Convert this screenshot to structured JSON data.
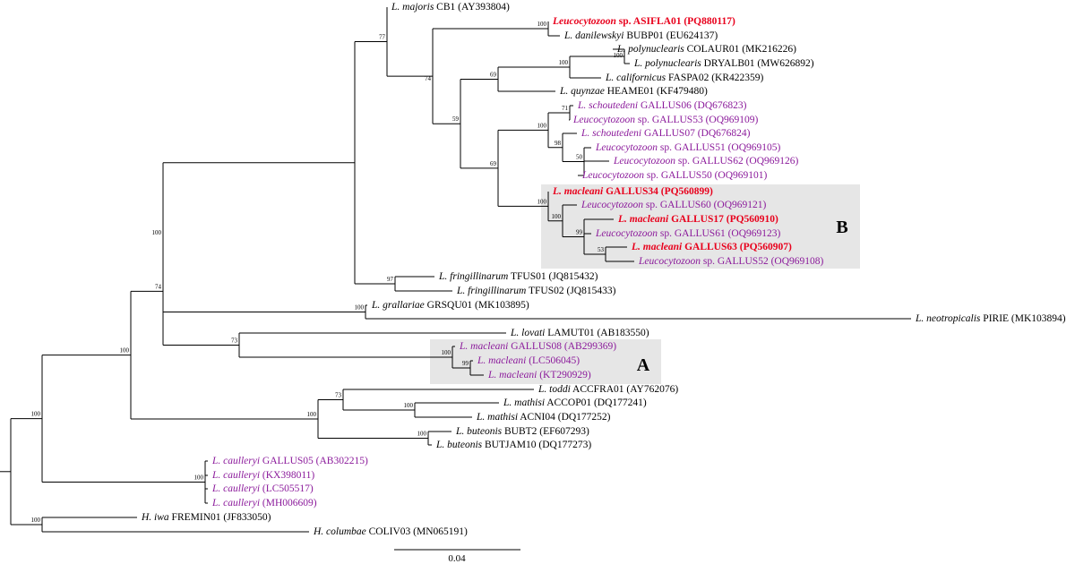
{
  "colors": {
    "normal": "#000000",
    "highlight": "#e8001c",
    "reference": "#8b1a9b"
  },
  "clades": [
    {
      "label": "B"
    },
    {
      "label": "A"
    }
  ],
  "scale_bar": {
    "label": "0.04"
  },
  "leaves": [
    {
      "id": "majoris",
      "sp": "L. majoris",
      "rest": " CB1 (AY393804)",
      "color": "normal"
    },
    {
      "id": "asifla01",
      "sp": "Leucocytozoon",
      "rest": " sp. ASIFLA01 (PQ880117)",
      "color": "highlight",
      "bold": true
    },
    {
      "id": "danilewskyi",
      "sp": "L. danilewskyi",
      "rest": " BUBP01 (EU624137)",
      "color": "normal"
    },
    {
      "id": "polyn1",
      "sp": "L. polynuclearis",
      "rest": " COLAUR01 (MK216226)",
      "color": "normal"
    },
    {
      "id": "polyn2",
      "sp": "L. polynuclearis",
      "rest": " DRYALB01 (MW626892)",
      "color": "normal"
    },
    {
      "id": "californicus",
      "sp": "L. californicus",
      "rest": " FASPA02 (KR422359)",
      "color": "normal"
    },
    {
      "id": "quynzae",
      "sp": "L. quynzae",
      "rest": " HEAME01 (KF479480)",
      "color": "normal"
    },
    {
      "id": "schout06",
      "sp": "L. schoutedeni",
      "rest": " GALLUS06 (DQ676823)",
      "color": "reference"
    },
    {
      "id": "g53",
      "sp": "Leucocytozoon",
      "rest": " sp. GALLUS53 (OQ969109)",
      "color": "reference"
    },
    {
      "id": "schout07",
      "sp": "L. schoutedeni",
      "rest": " GALLUS07  (DQ676824)",
      "color": "reference"
    },
    {
      "id": "g51",
      "sp": "Leucocytozoon",
      "rest": " sp. GALLUS51 (OQ969105)",
      "color": "reference"
    },
    {
      "id": "g62",
      "sp": "Leucocytozoon",
      "rest": " sp. GALLUS62 (OQ969126)",
      "color": "reference"
    },
    {
      "id": "g50",
      "sp": "Leucocytozoon",
      "rest": " sp. GALLUS50 (OQ969101)",
      "color": "reference"
    },
    {
      "id": "g34",
      "sp": "L. macleani",
      "rest": " GALLUS34 (PQ560899)",
      "color": "highlight",
      "bold": true
    },
    {
      "id": "g60",
      "sp": "Leucocytozoon",
      "rest": " sp. GALLUS60 (OQ969121)",
      "color": "reference"
    },
    {
      "id": "g17",
      "sp": "L. macleani",
      "rest": " GALLUS17 (PQ560910)",
      "color": "highlight",
      "bold": true
    },
    {
      "id": "g61",
      "sp": "Leucocytozoon",
      "rest": " sp. GALLUS61 (OQ969123)",
      "color": "reference"
    },
    {
      "id": "g63",
      "sp": "L. macleani",
      "rest": " GALLUS63 (PQ560907)",
      "color": "highlight",
      "bold": true
    },
    {
      "id": "g52",
      "sp": "Leucocytozoon",
      "rest": " sp. GALLUS52 (OQ969108)",
      "color": "reference"
    },
    {
      "id": "tfus01",
      "sp": "L. fringillinarum",
      "rest": " TFUS01 (JQ815432)",
      "color": "normal"
    },
    {
      "id": "tfus02",
      "sp": "L. fringillinarum",
      "rest": " TFUS02 (JQ815433)",
      "color": "normal"
    },
    {
      "id": "grallariae",
      "sp": "L. grallariae",
      "rest": " GRSQU01 (MK103895)",
      "color": "normal"
    },
    {
      "id": "neotrop",
      "sp": "L. neotropicalis",
      "rest": " PIRIE (MK103894)",
      "color": "normal"
    },
    {
      "id": "lovati",
      "sp": "L. lovati",
      "rest": " LAMUT01 (AB183550)",
      "color": "normal"
    },
    {
      "id": "g08",
      "sp": "L. macleani",
      "rest": " GALLUS08 (AB299369)",
      "color": "reference"
    },
    {
      "id": "lc506045",
      "sp": "L. macleani",
      "rest": " (LC506045)",
      "color": "reference"
    },
    {
      "id": "kt290929",
      "sp": "L. macleani",
      "rest": " (KT290929)",
      "color": "reference"
    },
    {
      "id": "toddi",
      "sp": "L. toddi",
      "rest": " ACCFRA01 (AY762076)",
      "color": "normal"
    },
    {
      "id": "mathisi1",
      "sp": "L. mathisi",
      "rest": " ACCOP01 (DQ177241)",
      "color": "normal"
    },
    {
      "id": "mathisi2",
      "sp": "L. mathisi",
      "rest": " ACNI04 (DQ177252)",
      "color": "normal"
    },
    {
      "id": "buteonis1",
      "sp": "L. buteonis",
      "rest": " BUBT2 (EF607293)",
      "color": "normal"
    },
    {
      "id": "buteonis2",
      "sp": "L. buteonis",
      "rest": " BUTJAM10 (DQ177273)",
      "color": "normal"
    },
    {
      "id": "caull05",
      "sp": "L. caulleryi",
      "rest": " GALLUS05 (AB302215)",
      "color": "reference"
    },
    {
      "id": "kx398011",
      "sp": "L. caulleryi",
      "rest": " (KX398011)",
      "color": "reference"
    },
    {
      "id": "lc505517",
      "sp": "L. caulleryi",
      "rest": " (LC505517)",
      "color": "reference"
    },
    {
      "id": "mh006609",
      "sp": "L. caulleryi",
      "rest": " (MH006609)",
      "color": "reference"
    },
    {
      "id": "iwa",
      "sp": "H. iwa",
      "rest": " FREMIN01 (JF833050)",
      "color": "normal"
    },
    {
      "id": "columbae",
      "sp": "H. columbae",
      "rest": " COLIV03 (MN065191)",
      "color": "normal"
    }
  ],
  "nodes": [
    {
      "id": "n_root",
      "support": ""
    },
    {
      "id": "n_main",
      "support": "100"
    },
    {
      "id": "n_h",
      "support": "100"
    },
    {
      "id": "n_caull",
      "support": "100"
    },
    {
      "id": "n_L",
      "support": "100"
    },
    {
      "id": "n_rapt",
      "support": "100"
    },
    {
      "id": "n_tmat",
      "support": "73"
    },
    {
      "id": "n_mat",
      "support": "100"
    },
    {
      "id": "n_but",
      "support": "100"
    },
    {
      "id": "n_74a",
      "support": "74"
    },
    {
      "id": "n_100b",
      "support": "100"
    },
    {
      "id": "n_big",
      "support": ""
    },
    {
      "id": "n_77",
      "support": "77"
    },
    {
      "id": "n_74b",
      "support": "74"
    },
    {
      "id": "n_asi",
      "support": "100"
    },
    {
      "id": "n_59",
      "support": "59"
    },
    {
      "id": "n_69a",
      "support": "69"
    },
    {
      "id": "n_poly",
      "support": "100"
    },
    {
      "id": "n_polyn",
      "support": "100"
    },
    {
      "id": "n_69b",
      "support": "69"
    },
    {
      "id": "n_sch100",
      "support": "100"
    },
    {
      "id": "n_71",
      "support": "71"
    },
    {
      "id": "n_98",
      "support": "98"
    },
    {
      "id": "n_50",
      "support": "50"
    },
    {
      "id": "n_B",
      "support": "100"
    },
    {
      "id": "n_B2",
      "support": "100"
    },
    {
      "id": "n_99b",
      "support": "99"
    },
    {
      "id": "n_53",
      "support": "53"
    },
    {
      "id": "n_tfus",
      "support": "97"
    },
    {
      "id": "n_grall",
      "support": "100"
    },
    {
      "id": "n_73",
      "support": "73"
    },
    {
      "id": "n_A",
      "support": "100"
    },
    {
      "id": "n_99a",
      "support": "99"
    }
  ]
}
